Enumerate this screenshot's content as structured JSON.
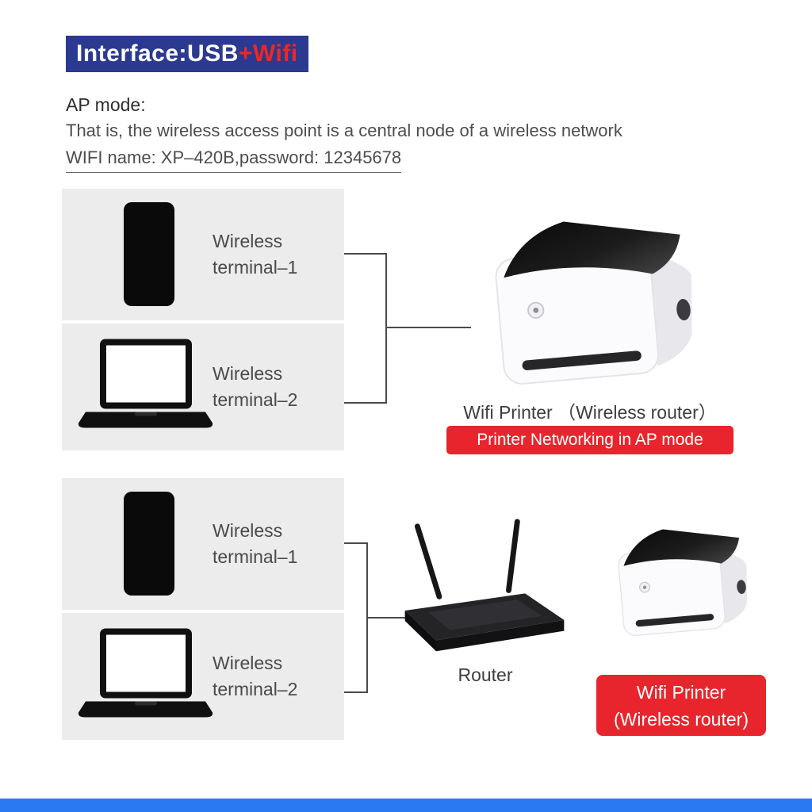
{
  "banner": {
    "text_white": "Interface:USB",
    "text_red": "+Wifi"
  },
  "intro": {
    "heading": "AP mode:",
    "description": "That is, the wireless access point is a central node of a wireless network",
    "credentials": "WIFI name: XP–420B,password: 12345678"
  },
  "ap_section": {
    "terminal1": {
      "line1": "Wireless",
      "line2": "terminal–1"
    },
    "terminal2": {
      "line1": "Wireless",
      "line2": "terminal–2"
    },
    "printer_caption": "Wifi Printer （Wireless router）",
    "badge": "Printer Networking in AP mode"
  },
  "router_section": {
    "terminal1": {
      "line1": "Wireless",
      "line2": "terminal–1"
    },
    "terminal2": {
      "line1": "Wireless",
      "line2": "terminal–2"
    },
    "router_label": "Router",
    "badge_line1": "Wifi Printer",
    "badge_line2": "(Wireless router)"
  },
  "colors": {
    "banner_bg": "#2b3990",
    "banner_red": "#ee2724",
    "badge_bg": "#e8252d",
    "box_bg": "#ececec",
    "bottom_bar": "#2a78f2",
    "text_dark": "#4a4a4a"
  }
}
